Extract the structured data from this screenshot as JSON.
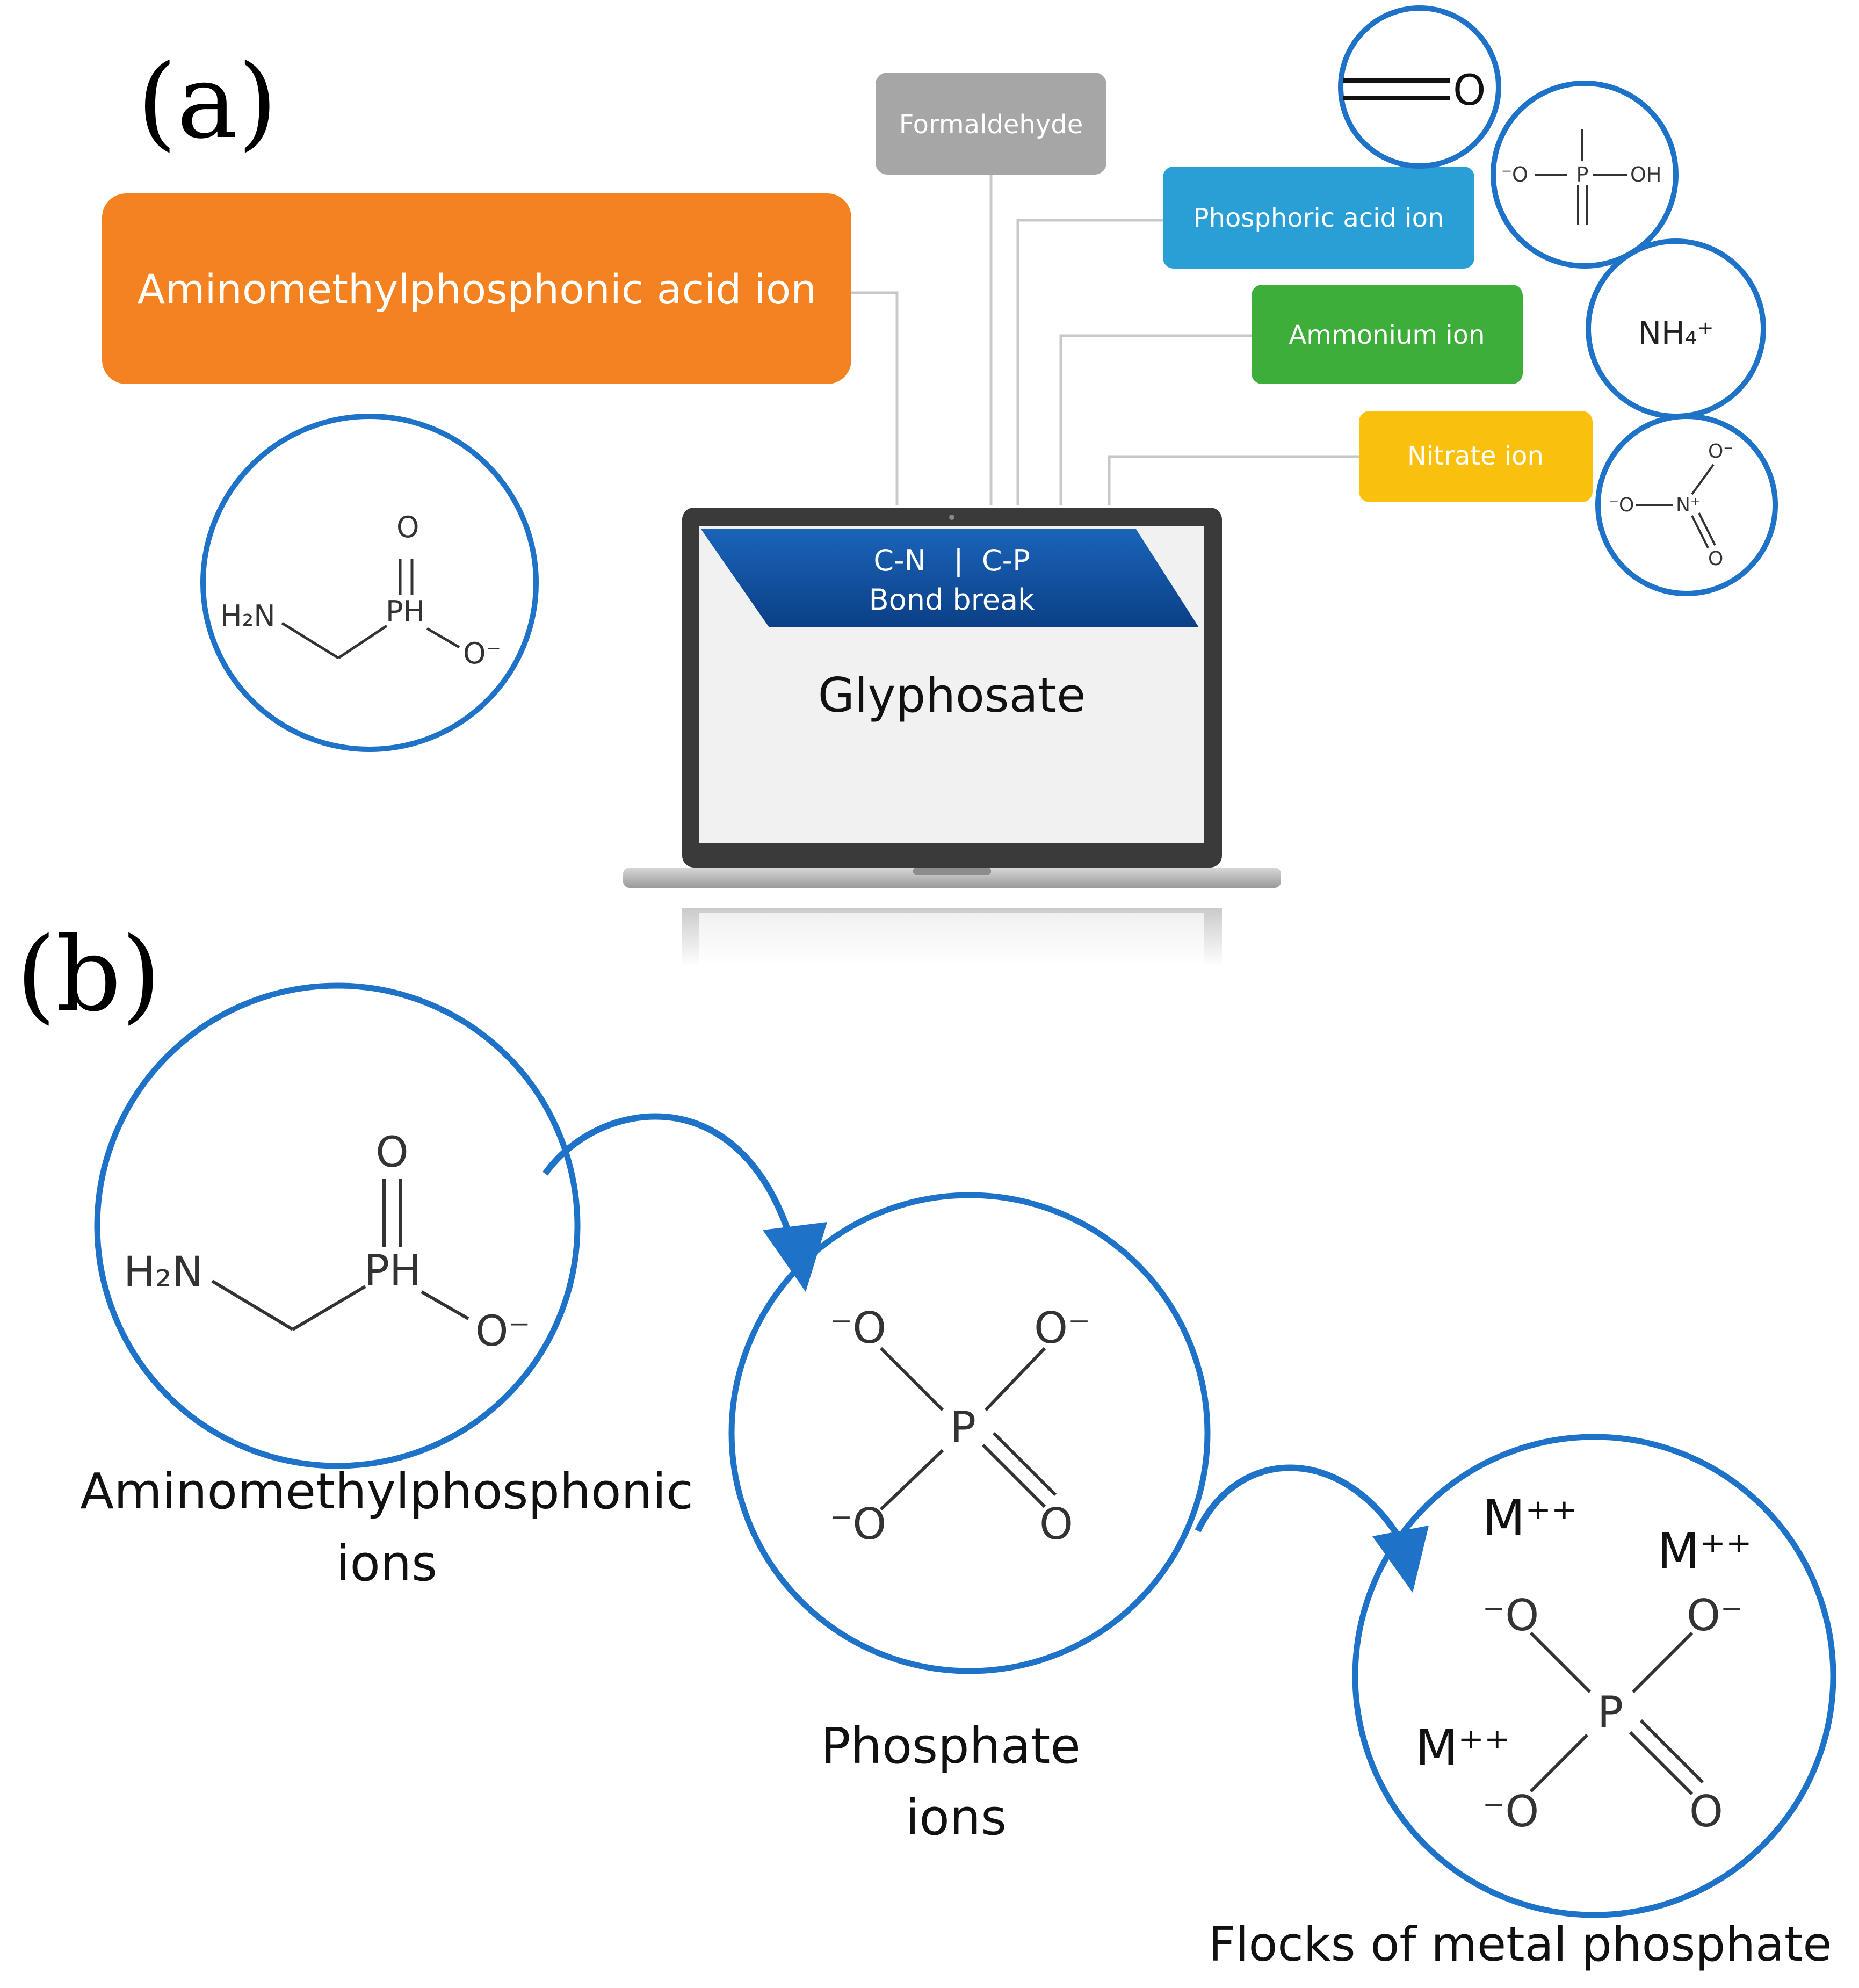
{
  "panel_a": {
    "label": "(a)",
    "center": {
      "bond_line1": "C-N   |  C-P",
      "bond_line2": "Bond break",
      "screen_text": "Glyphosate"
    },
    "products": [
      {
        "id": "formaldehyde",
        "label": "Formaldehyde",
        "color": "#a6a6a6"
      },
      {
        "id": "ampa",
        "label": "Aminomethylphosphonic  acid ion",
        "color": "#f58220"
      },
      {
        "id": "phosphoric",
        "label": "Phosphoric acid ion",
        "color": "#2a9fd6"
      },
      {
        "id": "ammonium",
        "label": "Ammonium ion",
        "color": "#3dae3a"
      },
      {
        "id": "nitrate",
        "label": "Nitrate ion",
        "color": "#f9c10d"
      }
    ],
    "structures": {
      "ampa": {
        "amine": "H₂N",
        "phosphorus": "PH",
        "oxo": "O",
        "oxide": "O⁻"
      },
      "formaldehyde": {
        "oxygen": "O"
      },
      "phosphoric": {
        "left": "⁻O",
        "center": "P",
        "right": "OH"
      },
      "ammonium": {
        "formula": "NH₄⁺"
      },
      "nitrate": {
        "left": "⁻O",
        "center": "N⁺",
        "top": "O⁻",
        "bottom": "O"
      }
    }
  },
  "panel_b": {
    "label": "(b)",
    "steps": [
      {
        "id": "ampa",
        "caption_line1": "Aminomethylphosphonic",
        "caption_line2": "ions"
      },
      {
        "id": "phosphate",
        "caption_line1": "Phosphate",
        "caption_line2": "ions"
      },
      {
        "id": "metal",
        "caption_line1": "Flocks of metal phosphate",
        "caption_line2": ""
      }
    ],
    "structures": {
      "ampa": {
        "amine": "H₂N",
        "phosphorus": "PH",
        "oxo": "O",
        "oxide": "O⁻"
      },
      "phosphate": {
        "o1": "⁻O",
        "o2": "O⁻",
        "o3": "⁻O",
        "o4": "O",
        "center": "P"
      },
      "metal": {
        "m1": "M⁺⁺",
        "m2": "M⁺⁺",
        "m3": "M⁺⁺",
        "o1": "⁻O",
        "o2": "O⁻",
        "o3": "⁻O",
        "o4": "O",
        "center": "P"
      }
    }
  },
  "colors": {
    "circle": "#1e73c8",
    "arrow": "#1e73c8",
    "banner": "#0d4f9e",
    "bond": "#333333",
    "connector": "#c8c8c8"
  }
}
